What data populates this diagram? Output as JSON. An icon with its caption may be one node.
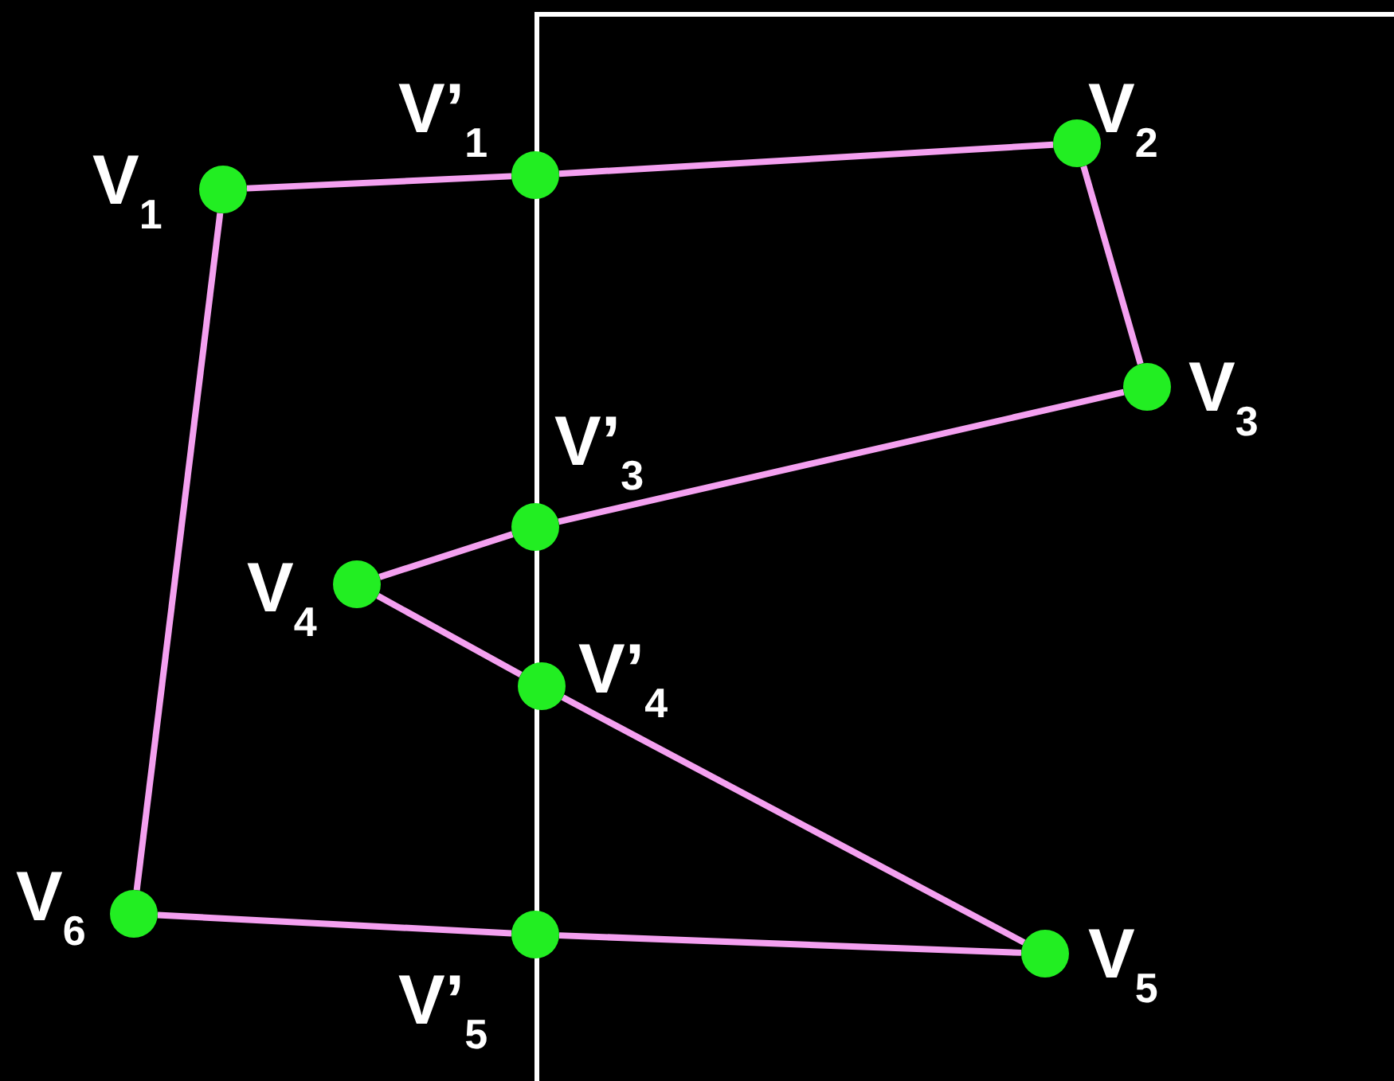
{
  "diagram": {
    "nodes": [
      {
        "text": [],
        "shape": "circle",
        "beside": [
          "V$_{1}$"
        ]
      },
      {
        "text": [],
        "shape": "circle",
        "beside": [
          "V’$_{1}$"
        ]
      },
      {
        "text": [],
        "shape": "circle",
        "beside": [
          "V$_{2}$"
        ]
      },
      {
        "text": [],
        "shape": "circle",
        "beside": [
          "V$_{3}$"
        ]
      },
      {
        "text": [],
        "shape": "circle",
        "beside": [
          "V’$_{3}$"
        ]
      },
      {
        "text": [],
        "shape": "circle",
        "beside": [
          "V$_{4}$"
        ]
      },
      {
        "text": [],
        "shape": "circle",
        "beside": [
          "V’$_{4}$"
        ]
      },
      {
        "text": [],
        "shape": "circle",
        "beside": [
          "V$_{5}$"
        ]
      },
      {
        "text": [],
        "shape": "circle",
        "beside": [
          "V’$_{5}$"
        ]
      },
      {
        "text": [],
        "shape": "circle",
        "beside": [
          "V$_{6}$"
        ]
      }
    ],
    "edges": [
      {
        "from": 0,
        "to": 1,
        "arrow": "none"
      },
      {
        "from": 1,
        "to": 2,
        "arrow": "none"
      },
      {
        "from": 2,
        "to": 3,
        "arrow": "none"
      },
      {
        "from": 3,
        "to": 4,
        "arrow": "none"
      },
      {
        "from": 4,
        "to": 5,
        "arrow": "none"
      },
      {
        "from": 5,
        "to": 6,
        "arrow": "none"
      },
      {
        "from": 6,
        "to": 7,
        "arrow": "none"
      },
      {
        "from": 7,
        "to": 8,
        "arrow": "none"
      },
      {
        "from": 8,
        "to": 9,
        "arrow": "none"
      },
      {
        "from": 9,
        "to": 0,
        "arrow": "none"
      }
    ]
  }
}
